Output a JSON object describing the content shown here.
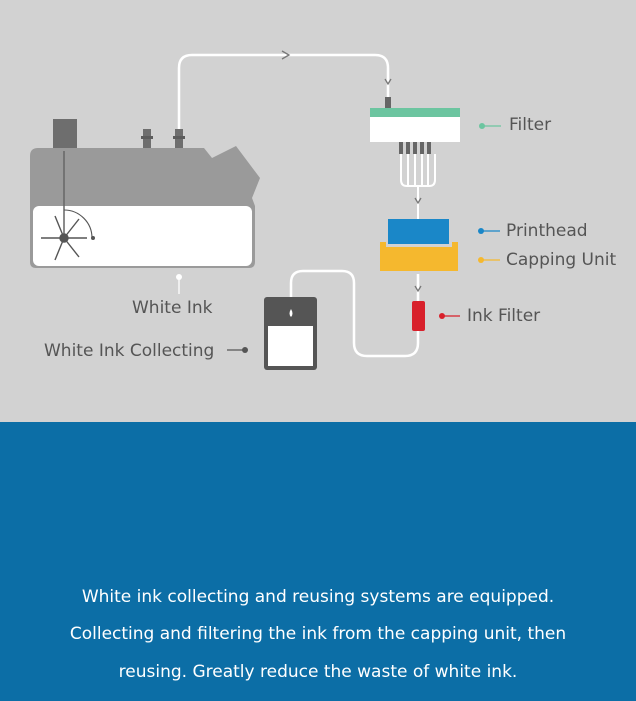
{
  "diagram": {
    "labels": {
      "filter": "Filter",
      "printhead": "Printhead",
      "capping_unit": "Capping Unit",
      "ink_filter": "Ink Filter",
      "white_ink": "White Ink",
      "white_ink_collecting": "White Ink Collecting"
    },
    "colors": {
      "background": "#d2d2d2",
      "machine": "#9a9a9a",
      "tube": "#ffffff",
      "filter": "#6cc5a0",
      "printhead": "#1a87c8",
      "capping_unit": "#f5b82e",
      "ink_filter": "#d8202b",
      "collecting_tank": "#555555"
    }
  },
  "caption": {
    "line1": "White ink collecting and reusing systems are equipped.",
    "line2": "Collecting and filtering the ink from the capping unit, then",
    "line3": "reusing. Greatly reduce the waste of white ink.",
    "background": "#0c6ea6"
  }
}
